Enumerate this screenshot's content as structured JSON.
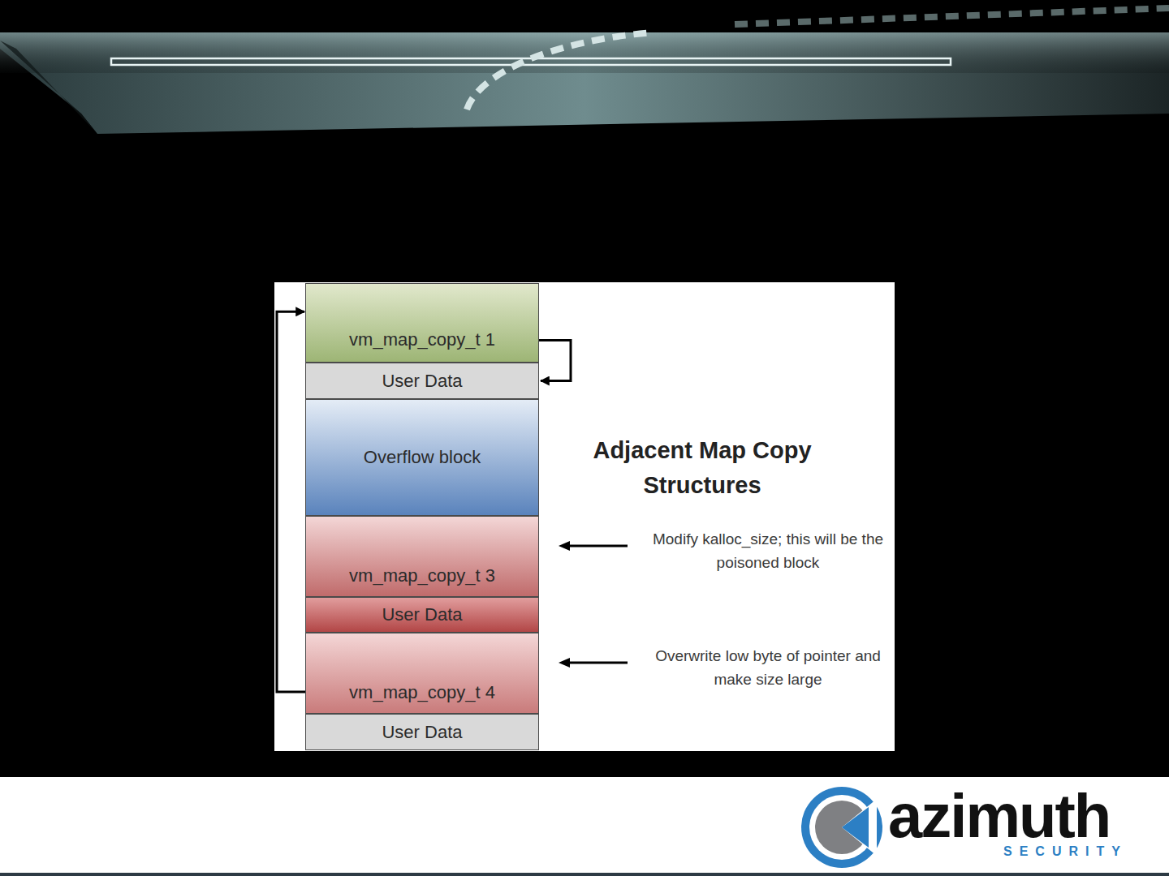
{
  "diagram": {
    "title": "Adjacent Map Copy Structures",
    "nodes": [
      {
        "text": [
          "vm_map_copy_t 1"
        ]
      },
      {
        "text": [
          "User Data"
        ]
      },
      {
        "text": [
          "Overflow block"
        ]
      },
      {
        "text": [
          "vm_map_copy_t 3"
        ]
      },
      {
        "text": [
          "User Data"
        ]
      },
      {
        "text": [
          "vm_map_copy_t 4"
        ]
      },
      {
        "text": [
          "User Data"
        ]
      }
    ],
    "edges": [
      {
        "from": 0,
        "to": 1,
        "arrow": "to"
      },
      {
        "from": 5,
        "to": 0,
        "arrow": "to"
      }
    ],
    "labels": [
      "Modify kalloc_size; this will be the poisoned block",
      "Overwrite low byte of pointer and make size large",
      "azimuth",
      "SECURITY"
    ]
  }
}
